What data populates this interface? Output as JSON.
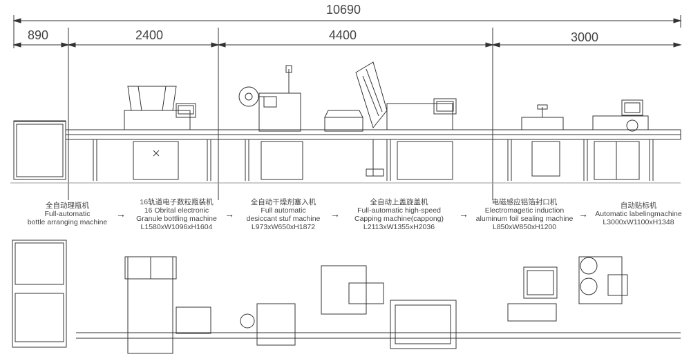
{
  "dimensions": {
    "total": "10690",
    "segments": [
      "890",
      "2400",
      "4400",
      "3000"
    ]
  },
  "machines": [
    {
      "zh": "全自动理瓶机",
      "lines": [
        "Full-automatic",
        "bottle arranging machine"
      ],
      "size": ""
    },
    {
      "zh": "16轨道电子数粒瓶装机",
      "lines": [
        "16 Obrital electronic",
        "Granule  bottling  machine"
      ],
      "size": "L1580xW1096xH1604"
    },
    {
      "zh": "全自动干燥剂塞入机",
      "lines": [
        "Full automatic",
        "desiccant stuf machine"
      ],
      "size": "L973xW650xH1872"
    },
    {
      "zh": "全自动上盖旋盖机",
      "lines": [
        "Full-automatic high-speed",
        "Capping machine(cappong)"
      ],
      "size": "L2113xW1355xH2036"
    },
    {
      "zh": "电磁感应铝箔封口机",
      "lines": [
        "Electromagetic induction",
        "aluminum foil sealing machine"
      ],
      "size": "L850xW850xH1200"
    },
    {
      "zh": "自动贴标机",
      "lines": [
        "Automatic labelingmachine"
      ],
      "size": "L3000xW1100xH1348"
    }
  ],
  "arrow_glyph": "→"
}
